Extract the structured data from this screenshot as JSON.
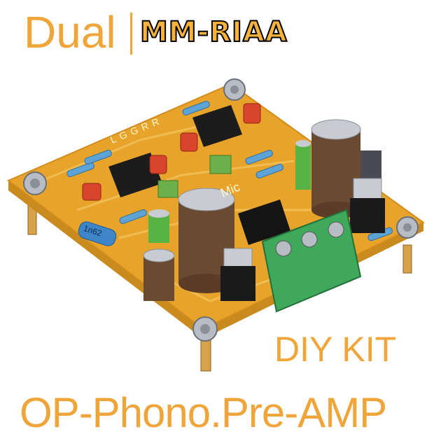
{
  "heading": {
    "dual": "Dual",
    "model": "MM-RIAA"
  },
  "kit_label": "DIY KIT",
  "product_line": "OP-Phono.Pre-AMP",
  "pcb_markings": {
    "top_letters": "LGGRR",
    "cap1": "1n62",
    "tag": "Mic"
  },
  "colors": {
    "text_accent": "#f0a53a",
    "pcb": "#e8a42a",
    "terminal": "#3fa85b"
  }
}
